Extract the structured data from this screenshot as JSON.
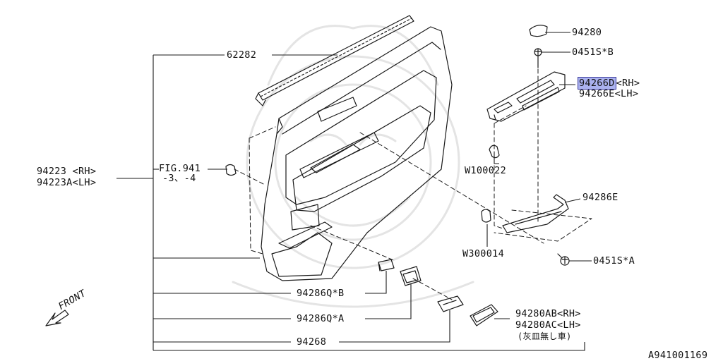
{
  "diagram": {
    "doc_id": "A941001169",
    "front_label": "FRONT",
    "callouts": {
      "p62282": "62282",
      "p94280": "94280",
      "p0451sB": "0451S*B",
      "p94266D": "94266D",
      "p94266D_side": "<RH>",
      "p94266E": "94266E",
      "p94266E_side": "<LH>",
      "w100022": "W100022",
      "fig941": "FIG.941",
      "fig941_sub": "-3、-4",
      "p94223": "94223 <RH>",
      "p94223A": "94223A<LH>",
      "p94286E": "94286E",
      "w300014": "W300014",
      "p0451sA": "0451S*A",
      "p94286QB": "94286Q*B",
      "p94286QA": "94286Q*A",
      "p94280AB": "94280AB<RH>",
      "p94280AC": "94280AC<LH>",
      "p94280_note": "(灰皿無し車)",
      "p94268": "94268"
    },
    "highlight_color": "#aab1ef"
  }
}
